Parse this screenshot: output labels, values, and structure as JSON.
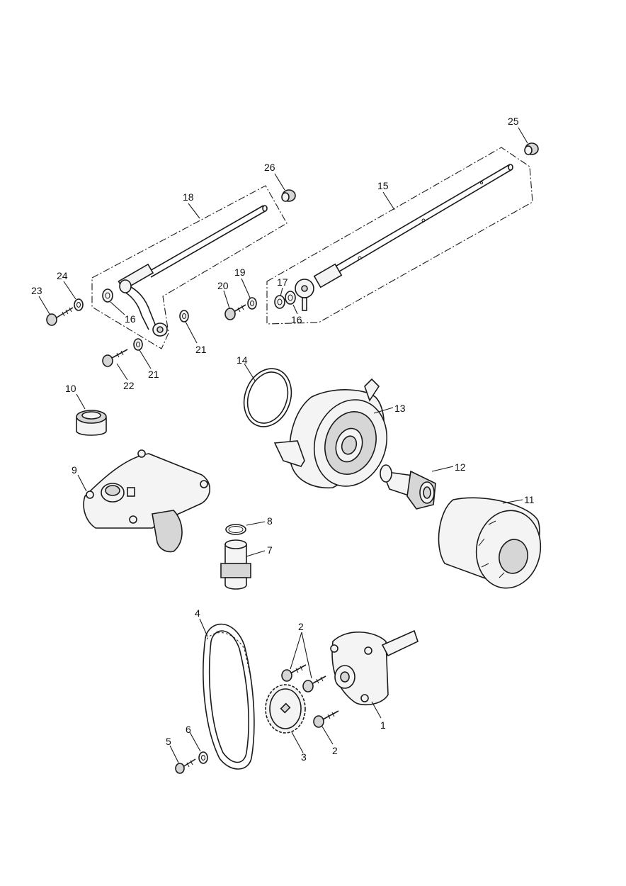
{
  "callouts": [
    {
      "id": "c1",
      "text": "1"
    },
    {
      "id": "c2a",
      "text": "2"
    },
    {
      "id": "c2b",
      "text": "2"
    },
    {
      "id": "c3",
      "text": "3"
    },
    {
      "id": "c4",
      "text": "4"
    },
    {
      "id": "c5",
      "text": "5"
    },
    {
      "id": "c6",
      "text": "6"
    },
    {
      "id": "c7",
      "text": "7"
    },
    {
      "id": "c8",
      "text": "8"
    },
    {
      "id": "c9",
      "text": "9"
    },
    {
      "id": "c10",
      "text": "10"
    },
    {
      "id": "c11",
      "text": "11"
    },
    {
      "id": "c12",
      "text": "12"
    },
    {
      "id": "c13",
      "text": "13"
    },
    {
      "id": "c14",
      "text": "14"
    },
    {
      "id": "c15",
      "text": "15"
    },
    {
      "id": "c16a",
      "text": "16"
    },
    {
      "id": "c16b",
      "text": "16"
    },
    {
      "id": "c17",
      "text": "17"
    },
    {
      "id": "c18",
      "text": "18"
    },
    {
      "id": "c19",
      "text": "19"
    },
    {
      "id": "c20",
      "text": "20"
    },
    {
      "id": "c21a",
      "text": "21"
    },
    {
      "id": "c21b",
      "text": "21"
    },
    {
      "id": "c22",
      "text": "22"
    },
    {
      "id": "c23",
      "text": "23"
    },
    {
      "id": "c24",
      "text": "24"
    },
    {
      "id": "c25",
      "text": "25"
    },
    {
      "id": "c26",
      "text": "26"
    }
  ]
}
